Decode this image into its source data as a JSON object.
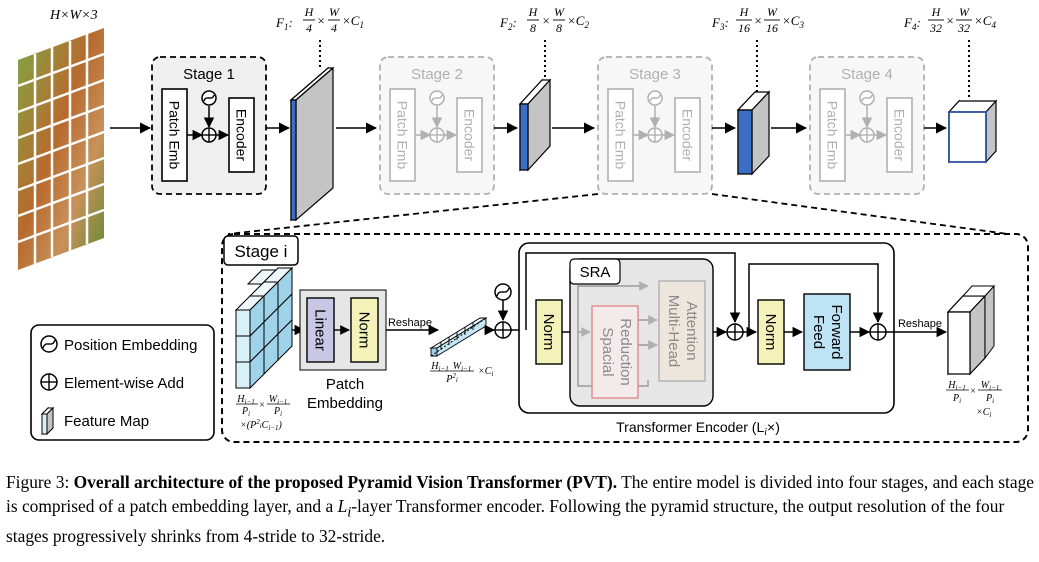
{
  "input": {
    "dims_label": "H×W×3"
  },
  "stages": [
    {
      "label": "Stage 1",
      "active": true
    },
    {
      "label": "Stage 2",
      "active": false
    },
    {
      "label": "Stage 3",
      "active": false
    },
    {
      "label": "Stage 4",
      "active": false
    }
  ],
  "block_labels": {
    "patch_emb": "Patch Emb",
    "encoder": "Encoder"
  },
  "features": [
    {
      "name": "F",
      "sub": "1",
      "div": "4",
      "c": "C",
      "c_sub": "1"
    },
    {
      "name": "F",
      "sub": "2",
      "div": "8",
      "c": "C",
      "c_sub": "2"
    },
    {
      "name": "F",
      "sub": "3",
      "div": "16",
      "c": "C",
      "c_sub": "3"
    },
    {
      "name": "F",
      "sub": "4",
      "div": "32",
      "c": "C",
      "c_sub": "4"
    }
  ],
  "detail": {
    "title": "Stage i",
    "linear": "Linear",
    "norm": "Norm",
    "patch_embedding": [
      "Patch",
      "Embedding"
    ],
    "reshape": "Reshape",
    "sra": "SRA",
    "spacial_reduction": [
      "Spacial",
      "Reduction"
    ],
    "mha": [
      "Multi-Head",
      "Attention"
    ],
    "feed_forward": [
      "Feed",
      "Forward"
    ],
    "encoder_caption": "Transformer Encoder (L",
    "encoder_caption_sub": "i",
    "encoder_caption_end": "×)"
  },
  "legend": [
    {
      "icon": "position-embedding-icon",
      "label": "Position Embedding"
    },
    {
      "icon": "element-wise-add-icon",
      "label": "Element-wise Add"
    },
    {
      "icon": "feature-map-icon",
      "label": "Feature Map"
    }
  ],
  "caption": {
    "prefix": "Figure 3:",
    "bold": "Overall architecture of the proposed Pyramid Vision Transformer (PVT).",
    "text1": "The entire model is divided into four stages, and each stage is comprised of a patch embedding layer, and a",
    "math": "L",
    "math_sub": "i",
    "text2": "-layer Transformer encoder. Following the pyramid structure, the output resolution of the four stages progressively shrinks from 4-stride to 32-stride."
  }
}
